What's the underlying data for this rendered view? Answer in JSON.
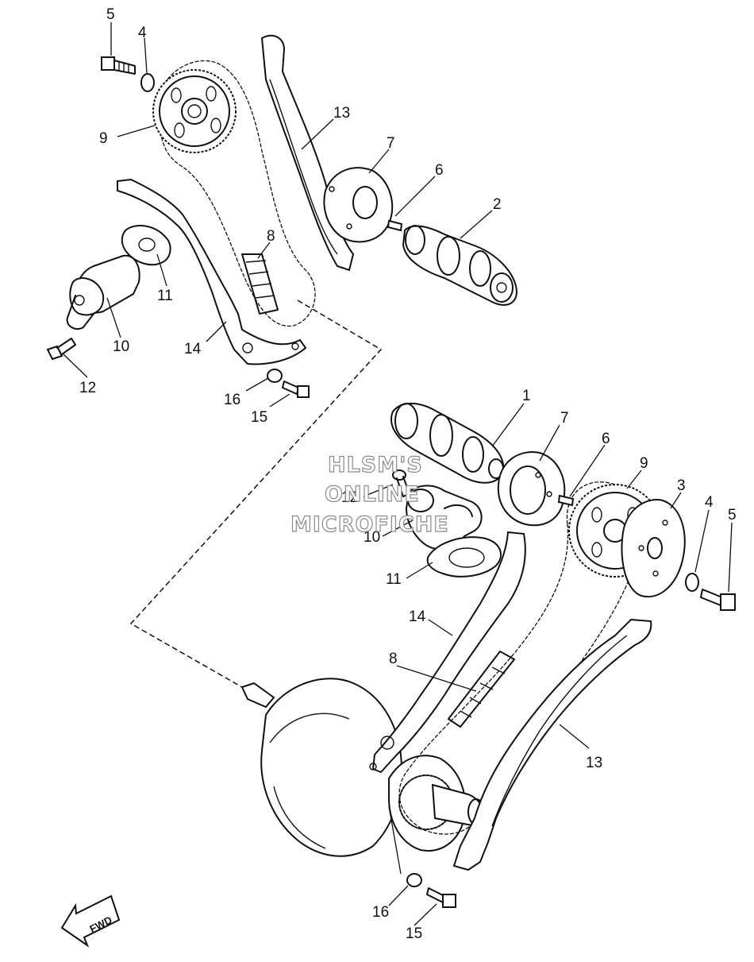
{
  "watermark": [
    "HLSM'S",
    "ONLINE",
    "MICROFICHE"
  ],
  "fwd_label": "FWD",
  "upper_callouts": {
    "c5": "5",
    "c4": "4",
    "c9": "9",
    "c13": "13",
    "c7": "7",
    "c6": "6",
    "c2": "2",
    "c8": "8",
    "c11": "11",
    "c10": "10",
    "c12": "12",
    "c14": "14",
    "c16": "16",
    "c15": "15"
  },
  "lower_callouts": {
    "c1": "1",
    "c7": "7",
    "c6": "6",
    "c9": "9",
    "c3": "3",
    "c4": "4",
    "c5": "5",
    "c12": "12",
    "c10": "10",
    "c11": "11",
    "c14": "14",
    "c8": "8",
    "c13": "13",
    "c16": "16",
    "c15": "15"
  }
}
